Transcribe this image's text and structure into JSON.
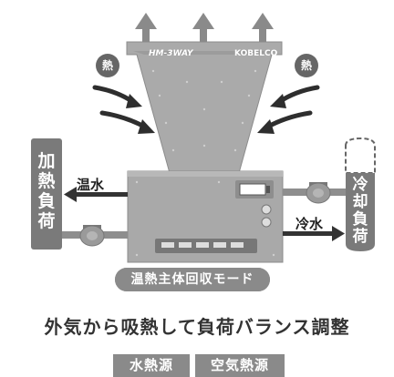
{
  "top_labels": {
    "model_badge": "HM-3WAY",
    "brand": "KOBELCO"
  },
  "heat_badges": [
    "熱",
    "熱"
  ],
  "left_load": {
    "text": "加熱負荷"
  },
  "right_load": {
    "text": "冷却負荷"
  },
  "pipe_labels": {
    "warm_water": "温水",
    "cold_water": "冷水"
  },
  "mode": "温熱主体回収モード",
  "headline": "外気から吸熱して負荷バランス調整",
  "tags": [
    "水熱源",
    "空気熱源"
  ],
  "colors": {
    "unit_gray": "#a9a9a9",
    "dark_gray": "#666666",
    "pill_gray": "#8a8a8a",
    "arrow_dark": "#333333"
  }
}
